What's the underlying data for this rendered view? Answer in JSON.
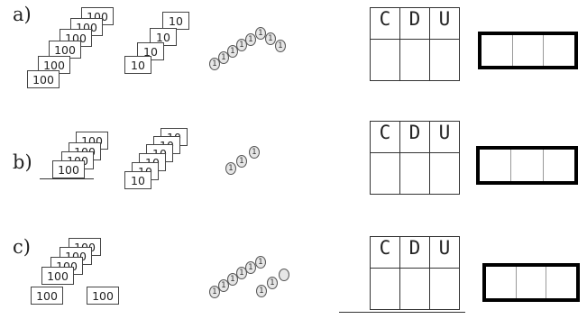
{
  "rows": [
    {
      "label": "a)",
      "hundreds": [
        "100",
        "100",
        "100",
        "100",
        "100",
        "100"
      ],
      "tens": [
        "10",
        "10",
        "10",
        "10"
      ],
      "ones": [
        "1",
        "1",
        "1",
        "1",
        "1",
        "1",
        "1",
        "1"
      ],
      "table_headers": [
        "C",
        "D",
        "U"
      ]
    },
    {
      "label": "b)",
      "hundreds": [
        "100",
        "100",
        "100",
        "100"
      ],
      "tens": [
        "10",
        "10",
        "10",
        "10",
        "10",
        "10"
      ],
      "ones": [
        "1",
        "1",
        "1"
      ],
      "table_headers": [
        "C",
        "D",
        "U"
      ]
    },
    {
      "label": "c)",
      "hundreds": [
        "100",
        "100",
        "100",
        "100",
        "100",
        "100"
      ],
      "tens": [],
      "ones": [
        "1",
        "1",
        "1",
        "1",
        "1",
        "1",
        "1",
        "1"
      ],
      "table_headers": [
        "C",
        "D",
        "U"
      ]
    }
  ]
}
